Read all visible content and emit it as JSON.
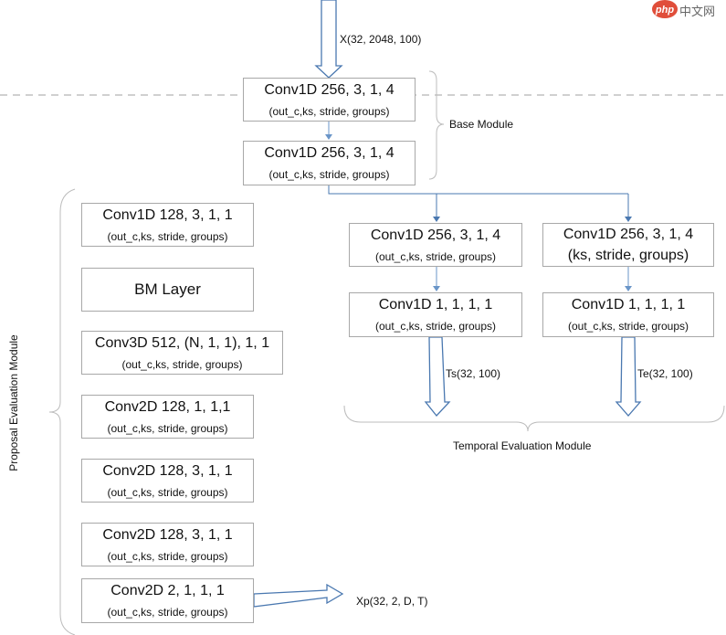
{
  "input_label": "X(32, 2048, 100)",
  "base_module_label": "Base Module",
  "temporal_module_label": "Temporal Evaluation Module",
  "proposal_module_label": "Proposal Evaluation Module",
  "ts_label": "Ts(32, 100)",
  "te_label": "Te(32, 100)",
  "xp_label": "Xp(32, 2, D, T)",
  "watermark": "php 中文网",
  "base": [
    {
      "title": "Conv1D 256, 3, 1, 4",
      "sub": "(out_c,ks, stride, groups)"
    },
    {
      "title": "Conv1D 256, 3, 1, 4",
      "sub": "(out_c,ks, stride, groups)"
    }
  ],
  "temporal_left": [
    {
      "title": "Conv1D 256, 3, 1, 4",
      "sub": "(out_c,ks, stride, groups)"
    },
    {
      "title": "Conv1D 1, 1, 1, 1",
      "sub": "(out_c,ks, stride, groups)"
    }
  ],
  "temporal_right": [
    {
      "title": "Conv1D 256, 3, 1, 4",
      "sub": "(ks, stride, groups)"
    },
    {
      "title": "Conv1D 1, 1, 1, 1",
      "sub": "(out_c,ks, stride, groups)"
    }
  ],
  "proposal": [
    {
      "title": "Conv1D 128, 3, 1, 1",
      "sub": "(out_c,ks, stride, groups)"
    },
    {
      "title": "BM Layer",
      "sub": ""
    },
    {
      "title": "Conv3D 512, (N, 1, 1), 1, 1",
      "sub": "(out_c,ks, stride, groups)"
    },
    {
      "title": "Conv2D 128, 1, 1,1",
      "sub": "(out_c,ks, stride, groups)"
    },
    {
      "title": "Conv2D 128, 3, 1, 1",
      "sub": "(out_c,ks, stride, groups)"
    },
    {
      "title": "Conv2D 128, 3, 1, 1",
      "sub": "(out_c,ks, stride, groups)"
    },
    {
      "title": "Conv2D 2, 1, 1, 1",
      "sub": "(out_c,ks, stride, groups)"
    }
  ]
}
